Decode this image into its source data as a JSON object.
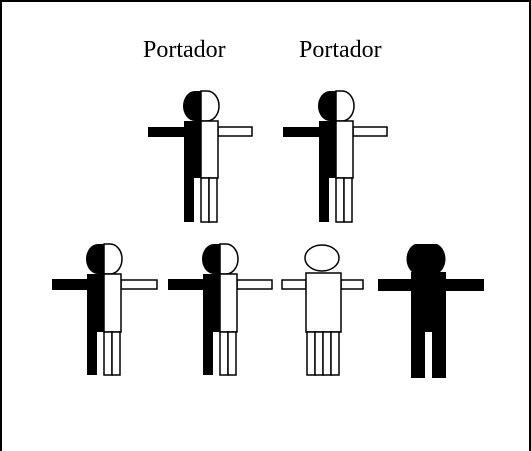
{
  "labels": {
    "carrier_left": "Portador",
    "carrier_right": "Portador"
  },
  "figures": [
    {
      "role": "parent",
      "generation": 1,
      "phenotype": "carrier"
    },
    {
      "role": "parent",
      "generation": 1,
      "phenotype": "carrier"
    },
    {
      "role": "child",
      "generation": 2,
      "phenotype": "carrier"
    },
    {
      "role": "child",
      "generation": 2,
      "phenotype": "carrier"
    },
    {
      "role": "child",
      "generation": 2,
      "phenotype": "unaffected"
    },
    {
      "role": "child",
      "generation": 2,
      "phenotype": "affected"
    }
  ],
  "colors": {
    "fill": "#000000",
    "empty": "#ffffff",
    "stroke": "#000000"
  }
}
